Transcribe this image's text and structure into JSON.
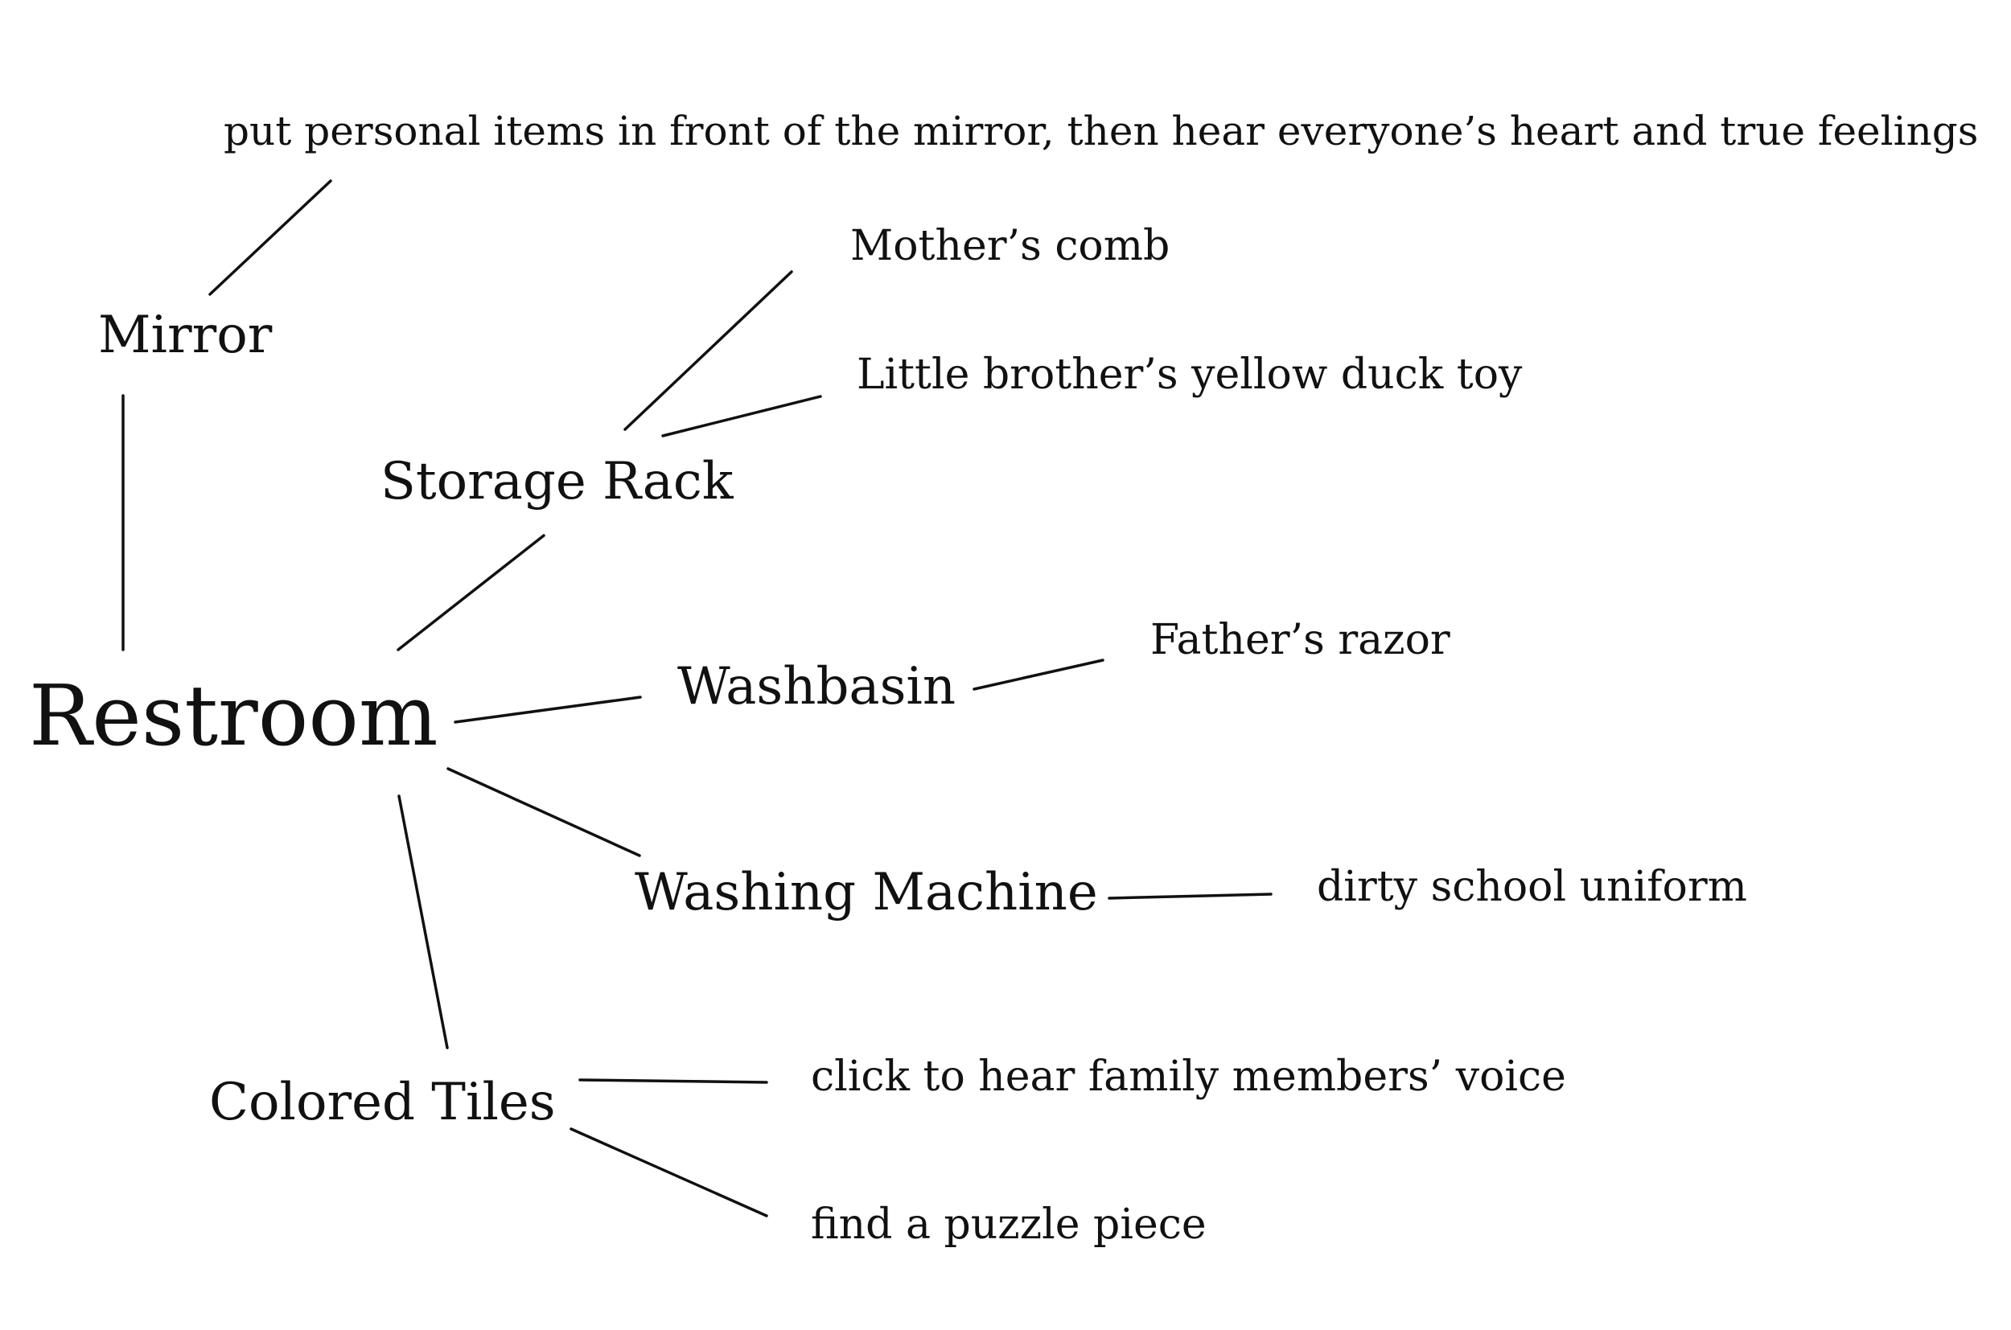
{
  "mindmap": {
    "root": {
      "label": "Restroom"
    },
    "nodes": {
      "mirror": {
        "label": "Mirror"
      },
      "mirror_note": {
        "label": "put personal items in front of the mirror, then hear everyone’s heart and true feelings"
      },
      "storage_rack": {
        "label": "Storage Rack"
      },
      "mothers_comb": {
        "label": "Mother’s comb"
      },
      "duck_toy": {
        "label": "Little brother’s yellow duck toy"
      },
      "washbasin": {
        "label": "Washbasin"
      },
      "fathers_razor": {
        "label": "Father’s razor"
      },
      "washing_machine": {
        "label": "Washing Machine"
      },
      "uniform": {
        "label": "dirty school uniform"
      },
      "colored_tiles": {
        "label": "Colored Tiles"
      },
      "voice": {
        "label": "click to hear family members’ voice"
      },
      "puzzle": {
        "label": "find a puzzle piece"
      }
    },
    "connections": [
      [
        "root",
        "mirror"
      ],
      [
        "mirror",
        "mirror_note"
      ],
      [
        "root",
        "storage_rack"
      ],
      [
        "storage_rack",
        "mothers_comb"
      ],
      [
        "storage_rack",
        "duck_toy"
      ],
      [
        "root",
        "washbasin"
      ],
      [
        "washbasin",
        "fathers_razor"
      ],
      [
        "root",
        "washing_machine"
      ],
      [
        "washing_machine",
        "uniform"
      ],
      [
        "root",
        "colored_tiles"
      ],
      [
        "colored_tiles",
        "voice"
      ],
      [
        "colored_tiles",
        "puzzle"
      ]
    ],
    "colors": {
      "ink": "#111111",
      "background": "#ffffff"
    }
  }
}
